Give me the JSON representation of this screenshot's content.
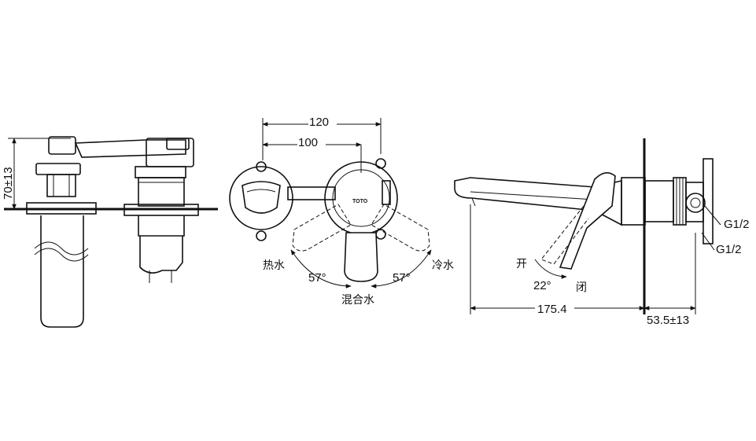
{
  "drawing": {
    "side_view": {
      "height_dim": "70±13"
    },
    "front_view": {
      "width_outer": "120",
      "width_inner": "100",
      "hot_label": "热水",
      "cold_label": "冷水",
      "mix_label": "混合水",
      "angle_left": "57°",
      "angle_right": "57°",
      "brand_mark": "TOTO"
    },
    "profile_view": {
      "open_label": "开",
      "close_label": "闭",
      "angle": "22°",
      "spout_length": "175.4",
      "wall_depth": "53.5±13",
      "thread_upper": "G1/2",
      "thread_lower": "G1/2"
    }
  }
}
